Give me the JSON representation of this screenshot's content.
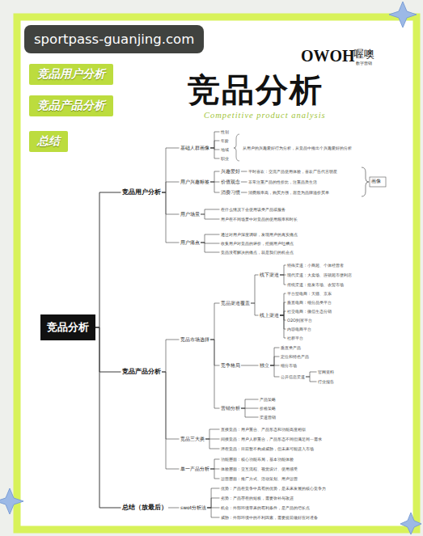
{
  "diagram": {
    "title": "竞品分析",
    "nodes": [
      {
        "text": [
          "竞品用户分析"
        ]
      },
      {
        "text": [
          "竞品产品分析"
        ]
      },
      {
        "text": [
          "总结"
        ]
      },
      {
        "text": [
          "竞品分析"
        ]
      },
      {
        "text": [
          "竞品用户分析"
        ]
      },
      {
        "text": [
          "竞品产品分析"
        ]
      },
      {
        "text": [
          "总结（放最后）"
        ]
      },
      {
        "text": [
          "基础人群画像"
        ]
      },
      {
        "text": [
          "用户兴趣标签"
        ]
      },
      {
        "text": [
          "用户场景"
        ]
      },
      {
        "text": [
          "用户痛点"
        ]
      },
      {
        "text": [
          "性别"
        ]
      },
      {
        "text": [
          "年龄"
        ]
      },
      {
        "text": [
          "地域"
        ]
      },
      {
        "text": [
          "职业"
        ]
      },
      {
        "text": [
          "兴趣爱好"
        ]
      },
      {
        "text": [
          "价值观念"
        ]
      },
      {
        "text": [
          "消费习惯"
        ]
      },
      {
        "text": [
          "平时喜欢：交流产品使用体验，喜欢广告代言明星"
        ]
      },
      {
        "text": [
          "非常注重产品的性价比，注重品质生活"
        ]
      },
      {
        "text": [
          "消费频率高，购买力强，愿意为品牌溢价买单"
        ]
      },
      {
        "text": [
          "在什么情况下会使用该类产品或服务"
        ]
      },
      {
        "text": [
          "用户在不同场景中对竞品的使用频率和时长"
        ]
      },
      {
        "text": [
          "通过对用户深度调研，发现用户的真实痛点"
        ]
      },
      {
        "text": [
          "收集用户对竞品的评价，挖掘用户吐槽点"
        ]
      },
      {
        "text": [
          "竞品没有解决的痛点，就是我们的机会点"
        ]
      },
      {
        "text": [
          "竞品市场选择"
        ]
      },
      {
        "text": [
          "竞品三大类"
        ]
      },
      {
        "text": [
          "单一产品分析"
        ]
      },
      {
        "text": [
          "竞品渠道覆盖"
        ]
      },
      {
        "text": [
          "线下渠道"
        ]
      },
      {
        "text": [
          "线上渠道"
        ]
      },
      {
        "text": [
          "特殊渠道：小商超、个体经营者"
        ]
      },
      {
        "text": [
          "现代渠道：大卖场、连锁超市便利店"
        ]
      },
      {
        "text": [
          "传统渠道：批发市场、农贸市场"
        ]
      },
      {
        "text": [
          "平台型电商：天猫、京东"
        ]
      },
      {
        "text": [
          "垂直电商：细分品类平台"
        ]
      },
      {
        "text": [
          "社交电商：微信生态分销"
        ]
      },
      {
        "text": [
          "O2O到家平台"
        ]
      },
      {
        "text": [
          "内容电商平台"
        ]
      },
      {
        "text": [
          "社群平台"
        ]
      },
      {
        "text": [
          "竞争格局"
        ]
      },
      {
        "text": [
          "独立"
        ]
      },
      {
        "text": [
          "垂直类产品"
        ]
      },
      {
        "text": [
          "定位和特色产品"
        ]
      },
      {
        "text": [
          "细分市场"
        ]
      },
      {
        "text": [
          "公开信息渠道"
        ]
      },
      {
        "text": [
          "官网资料"
        ]
      },
      {
        "text": [
          "行业报告"
        ]
      },
      {
        "text": [
          "营销分析"
        ]
      },
      {
        "text": [
          "产品策略"
        ]
      },
      {
        "text": [
          "价格策略"
        ]
      },
      {
        "text": [
          "渠道营销"
        ]
      },
      {
        "text": [
          "直接竞品：用户重合、产品形态和功能高度相似"
        ]
      },
      {
        "text": [
          "间接竞品：用户人群重合，产品形态不同但满足同一需求"
        ]
      },
      {
        "text": [
          "潜在竞品：目前暂不构成威胁，但未来可能进入市场"
        ]
      },
      {
        "text": [
          "功能层面：核心功能布局，基本功能体验"
        ]
      },
      {
        "text": [
          "体验层面：交互流程、视觉设计、使用感受"
        ]
      },
      {
        "text": [
          "运营层面：推广方式、活动策划、用户运营"
        ]
      },
      {
        "text": [
          "swot分析法"
        ]
      },
      {
        "text": [
          "优势：产品在竞争中具有的优势，是未来发展的核心竞争力"
        ]
      },
      {
        "text": [
          "劣势：产品存在的短板，需要弥补与改进"
        ]
      },
      {
        "text": [
          "机会：外部环境带来的有利条件，是产品的增长点"
        ]
      },
      {
        "text": [
          "威胁：外部环境中的不利因素，需要提前做好应对准备"
        ]
      }
    ],
    "edges": [
      {
        "from": 3,
        "to": 4,
        "arrow": "none"
      },
      {
        "from": 3,
        "to": 5,
        "arrow": "none"
      },
      {
        "from": 3,
        "to": 6,
        "arrow": "none"
      },
      {
        "from": 4,
        "to": 7,
        "arrow": "none"
      },
      {
        "from": 4,
        "to": 8,
        "arrow": "none"
      },
      {
        "from": 4,
        "to": 9,
        "arrow": "none"
      },
      {
        "from": 4,
        "to": 10,
        "arrow": "none"
      },
      {
        "from": 7,
        "to": 11,
        "arrow": "none"
      },
      {
        "from": 7,
        "to": 12,
        "arrow": "none"
      },
      {
        "from": 7,
        "to": 13,
        "arrow": "none"
      },
      {
        "from": 7,
        "to": 14,
        "arrow": "none"
      },
      {
        "from": 8,
        "to": 15,
        "arrow": "none"
      },
      {
        "from": 8,
        "to": 16,
        "arrow": "none"
      },
      {
        "from": 8,
        "to": 17,
        "arrow": "none"
      },
      {
        "from": 15,
        "to": 18,
        "arrow": "none"
      },
      {
        "from": 16,
        "to": 19,
        "arrow": "none"
      },
      {
        "from": 17,
        "to": 20,
        "arrow": "none"
      },
      {
        "from": 9,
        "to": 21,
        "arrow": "none"
      },
      {
        "from": 9,
        "to": 22,
        "arrow": "none"
      },
      {
        "from": 10,
        "to": 23,
        "arrow": "none"
      },
      {
        "from": 10,
        "to": 24,
        "arrow": "none"
      },
      {
        "from": 10,
        "to": 25,
        "arrow": "none"
      },
      {
        "from": 5,
        "to": 26,
        "arrow": "none"
      },
      {
        "from": 5,
        "to": 27,
        "arrow": "none"
      },
      {
        "from": 5,
        "to": 28,
        "arrow": "none"
      },
      {
        "from": 26,
        "to": 29,
        "arrow": "none"
      },
      {
        "from": 26,
        "to": 41,
        "arrow": "none"
      },
      {
        "from": 26,
        "to": 49,
        "arrow": "none"
      },
      {
        "from": 29,
        "to": 30,
        "arrow": "none"
      },
      {
        "from": 29,
        "to": 31,
        "arrow": "none"
      },
      {
        "from": 30,
        "to": 32,
        "arrow": "none"
      },
      {
        "from": 30,
        "to": 33,
        "arrow": "none"
      },
      {
        "from": 30,
        "to": 34,
        "arrow": "none"
      },
      {
        "from": 31,
        "to": 35,
        "arrow": "none"
      },
      {
        "from": 31,
        "to": 36,
        "arrow": "none"
      },
      {
        "from": 31,
        "to": 37,
        "arrow": "none"
      },
      {
        "from": 31,
        "to": 38,
        "arrow": "none"
      },
      {
        "from": 31,
        "to": 39,
        "arrow": "none"
      },
      {
        "from": 31,
        "to": 40,
        "arrow": "none"
      },
      {
        "from": 41,
        "to": 42,
        "arrow": "none"
      },
      {
        "from": 42,
        "to": 43,
        "arrow": "none"
      },
      {
        "from": 42,
        "to": 44,
        "arrow": "none"
      },
      {
        "from": 42,
        "to": 45,
        "arrow": "none"
      },
      {
        "from": 42,
        "to": 46,
        "arrow": "none"
      },
      {
        "from": 46,
        "to": 47,
        "arrow": "none"
      },
      {
        "from": 46,
        "to": 48,
        "arrow": "none"
      },
      {
        "from": 49,
        "to": 50,
        "arrow": "none"
      },
      {
        "from": 49,
        "to": 51,
        "arrow": "none"
      },
      {
        "from": 49,
        "to": 52,
        "arrow": "none"
      },
      {
        "from": 27,
        "to": 53,
        "arrow": "none"
      },
      {
        "from": 27,
        "to": 54,
        "arrow": "none"
      },
      {
        "from": 27,
        "to": 55,
        "arrow": "none"
      },
      {
        "from": 28,
        "to": 56,
        "arrow": "none"
      },
      {
        "from": 28,
        "to": 57,
        "arrow": "none"
      },
      {
        "from": 28,
        "to": 58,
        "arrow": "none"
      },
      {
        "from": 6,
        "to": 59,
        "arrow": "none"
      },
      {
        "from": 59,
        "to": 60,
        "arrow": "none"
      },
      {
        "from": 59,
        "to": 61,
        "arrow": "none"
      },
      {
        "from": 59,
        "to": 62,
        "arrow": "none"
      },
      {
        "from": 59,
        "to": 63,
        "arrow": "none"
      }
    ],
    "labels": [
      "sportpass-guanjing.com",
      "OWOH",
      "喔噢",
      "数字营销",
      "Competitive product analysis",
      "从用户的兴趣爱好行为分析，从竞品中推出个兴趣爱好的分析",
      "画像"
    ]
  }
}
